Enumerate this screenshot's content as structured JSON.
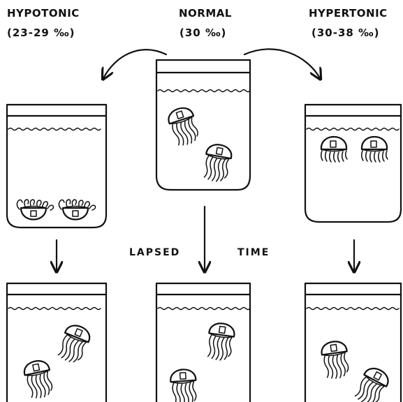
{
  "labels": {
    "hypotonic": "HYPOTONIC",
    "hypotonic_range": "(23-29 ‰)",
    "normal": "NORMAL",
    "normal_range": "(30 ‰)",
    "hypertonic": "HYPERTONIC",
    "hypertonic_range": "(30-38 ‰)",
    "lapsed": "LAPSED",
    "time": "TIME"
  }
}
